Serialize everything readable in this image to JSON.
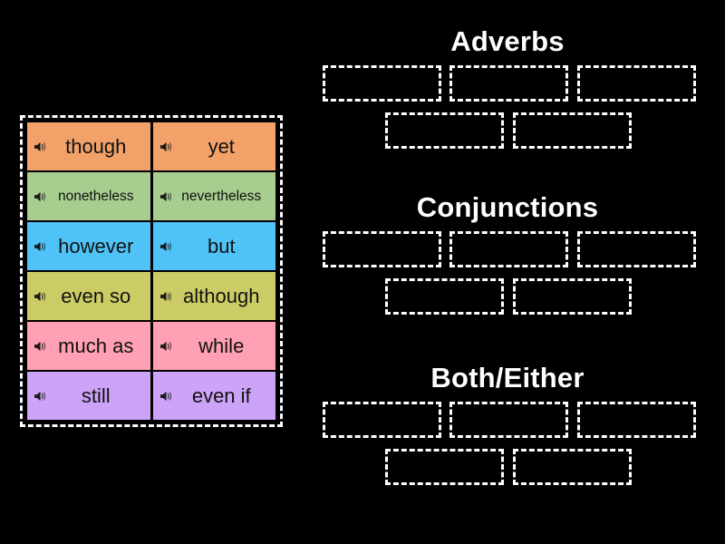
{
  "background_color": "#000000",
  "tile_tray": {
    "border_style": "dashed-white",
    "tiles": [
      {
        "label": "though",
        "color": "#F2A269",
        "icon": "speaker-icon",
        "size": "normal"
      },
      {
        "label": "yet",
        "color": "#F2A269",
        "icon": "speaker-icon",
        "size": "normal"
      },
      {
        "label": "nonetheless",
        "color": "#A7CE8E",
        "icon": "speaker-icon",
        "size": "small"
      },
      {
        "label": "nevertheless",
        "color": "#A7CE8E",
        "icon": "speaker-icon",
        "size": "small"
      },
      {
        "label": "however",
        "color": "#4FC3F7",
        "icon": "speaker-icon",
        "size": "normal"
      },
      {
        "label": "but",
        "color": "#4FC3F7",
        "icon": "speaker-icon",
        "size": "normal"
      },
      {
        "label": "even so",
        "color": "#CCCC66",
        "icon": "speaker-icon",
        "size": "normal"
      },
      {
        "label": "although",
        "color": "#CCCC66",
        "icon": "speaker-icon",
        "size": "normal"
      },
      {
        "label": "much as",
        "color": "#FFA0B4",
        "icon": "speaker-icon",
        "size": "normal"
      },
      {
        "label": "while",
        "color": "#FFA0B4",
        "icon": "speaker-icon",
        "size": "normal"
      },
      {
        "label": "still",
        "color": "#CCA3F7",
        "icon": "speaker-icon",
        "size": "normal"
      },
      {
        "label": "even if",
        "color": "#CCA3F7",
        "icon": "speaker-icon",
        "size": "normal"
      }
    ]
  },
  "categories": [
    {
      "title": "Adverbs",
      "row1_slots": 3,
      "row2_slots": 2
    },
    {
      "title": "Conjunctions",
      "row1_slots": 3,
      "row2_slots": 2
    },
    {
      "title": "Both/Either",
      "row1_slots": 3,
      "row2_slots": 2
    }
  ],
  "colors": {
    "orange": "#F2A269",
    "green": "#A7CE8E",
    "blue": "#4FC3F7",
    "khaki": "#CCCC66",
    "pink": "#FFA0B4",
    "purple": "#CCA3F7",
    "outline": "#FFFFFF",
    "text_dark": "#111111"
  }
}
